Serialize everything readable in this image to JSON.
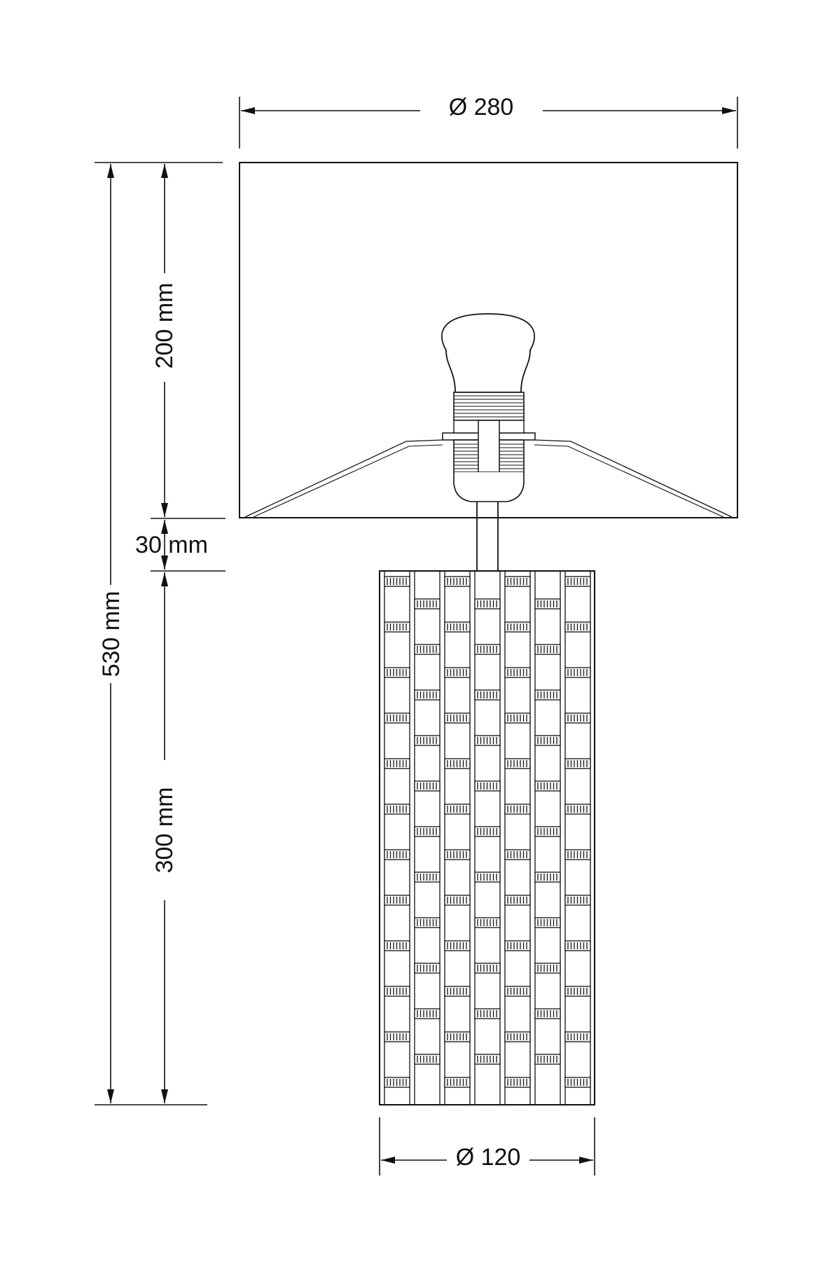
{
  "dimensions": {
    "shade_diameter": "Ø 280",
    "base_diameter": "Ø 120",
    "total_height": "530 mm",
    "shade_height": "200 mm",
    "neck_height": "30 mm",
    "base_height": "300 mm"
  },
  "colors": {
    "line": "#111111",
    "background": "#ffffff"
  }
}
